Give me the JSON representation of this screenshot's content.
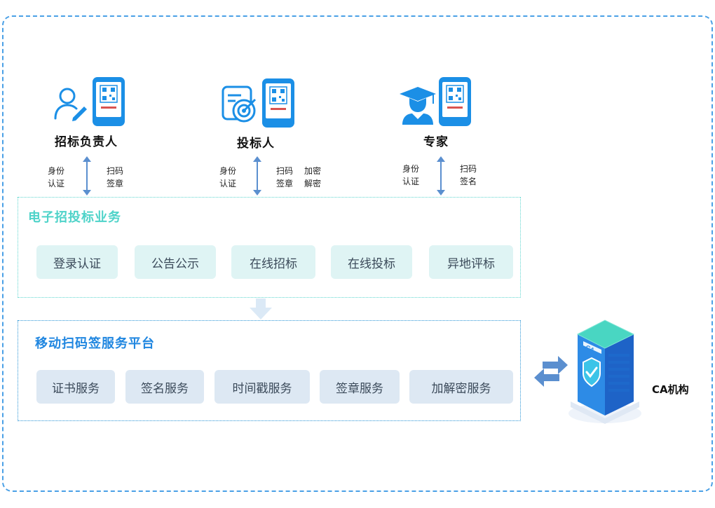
{
  "roles": [
    {
      "title": "招标负责人",
      "left_label": [
        "身份",
        "认证"
      ],
      "right_label": [
        "扫码",
        "签章"
      ]
    },
    {
      "title": "投标人",
      "left_label": [
        "身份",
        "认证"
      ],
      "right_label": [
        "扫码",
        "签章"
      ],
      "extra_label": [
        "加密",
        "解密"
      ]
    },
    {
      "title": "专家",
      "left_label": [
        "身份",
        "认证"
      ],
      "right_label": [
        "扫码",
        "签名"
      ]
    }
  ],
  "business": {
    "title": "电子招投标业务",
    "items": [
      "登录认证",
      "公告公示",
      "在线招标",
      "在线投标",
      "异地评标"
    ]
  },
  "platform": {
    "title": "移动扫码签服务平台",
    "items": [
      "证书服务",
      "签名服务",
      "时间戳服务",
      "签章服务",
      "加解密服务"
    ]
  },
  "ca": {
    "label": "CA机构",
    "server_text": "CA"
  },
  "colors": {
    "frame": "#4aa0e6",
    "accent_blue": "#1b8fe6",
    "teal": "#4fd3c9",
    "arrow": "#5b8fcf"
  },
  "icons": [
    "user-edit-icon",
    "target-document-icon",
    "expert-graduate-icon",
    "qr-phone-icon",
    "ca-server-icon"
  ]
}
